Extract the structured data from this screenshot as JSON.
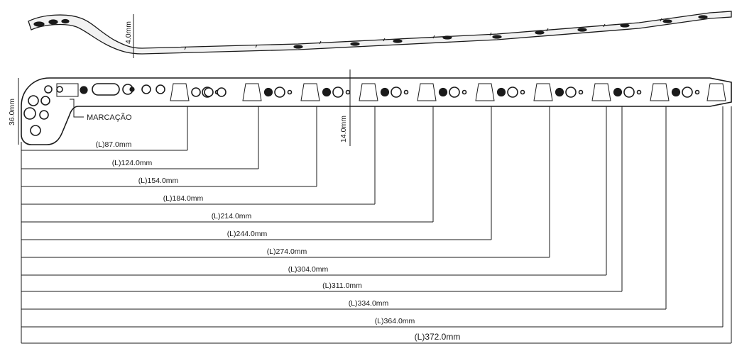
{
  "labels": {
    "thickness": "4.0mm",
    "height": "36.0mm",
    "width": "14.0mm",
    "marking": "MARCAÇÃO"
  },
  "lengths": [
    "(L)87.0mm",
    "(L)124.0mm",
    "(L)154.0mm",
    "(L)184.0mm",
    "(L)214.0mm",
    "(L)244.0mm",
    "(L)274.0mm",
    "(L)304.0mm",
    "(L)311.0mm",
    "(L)334.0mm",
    "(L)364.0mm",
    "(L)372.0mm"
  ]
}
